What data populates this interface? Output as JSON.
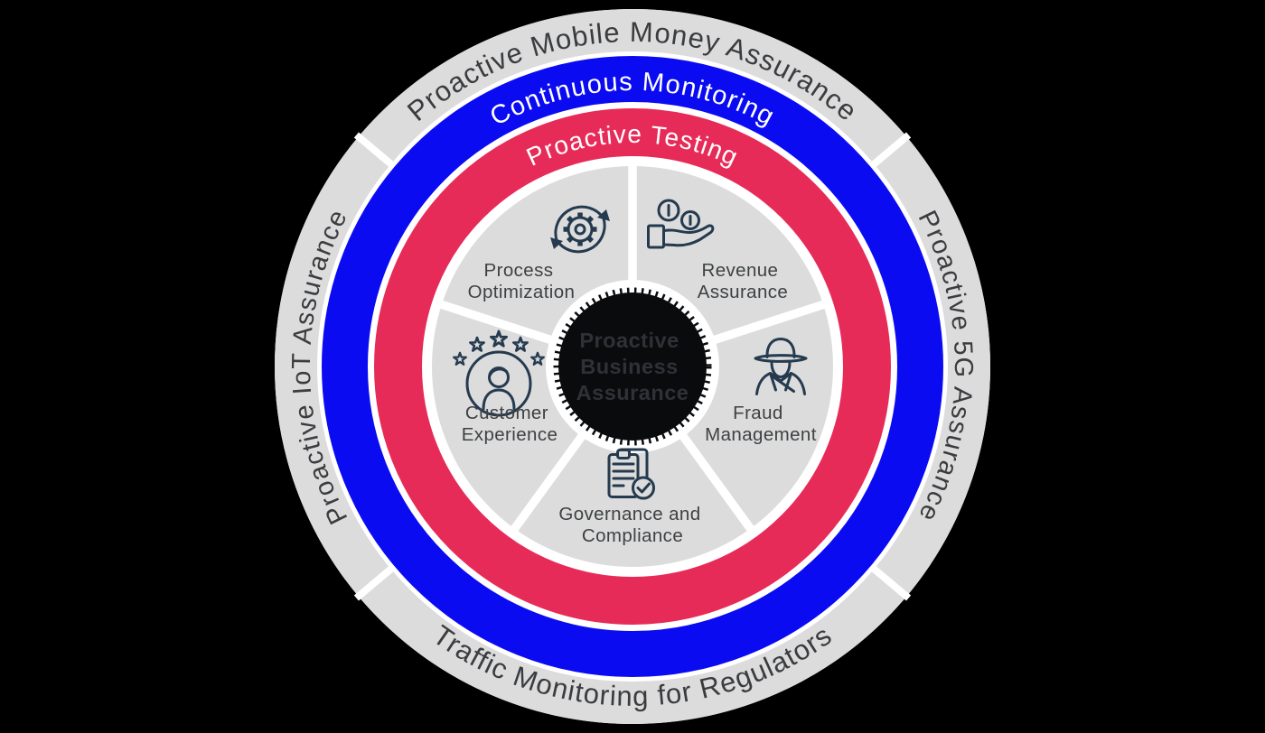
{
  "diagram": {
    "center": {
      "label_lines": [
        "Proactive",
        "Business",
        "Assurance"
      ]
    },
    "rings": {
      "outer": {
        "color": "#dcdcdc",
        "labels": [
          {
            "position": "top",
            "text": "Proactive Mobile Money Assurance"
          },
          {
            "position": "right",
            "text": "Proactive 5G Assurance"
          },
          {
            "position": "bottom",
            "text": "Traffic Monitoring for Regulators"
          },
          {
            "position": "left",
            "text": "Proactive IoT Assurance"
          }
        ]
      },
      "monitoring": {
        "color": "#0b0bf2",
        "label": "Continuous Monitoring"
      },
      "testing": {
        "color": "#e72b58",
        "label": "Proactive Testing"
      }
    },
    "segments": [
      {
        "id": "process-optimization",
        "lines": [
          "Process",
          "Optimization"
        ],
        "icon": "cycle-gear-icon"
      },
      {
        "id": "revenue-assurance",
        "lines": [
          "Revenue",
          "Assurance"
        ],
        "icon": "hand-coins-icon"
      },
      {
        "id": "fraud-management",
        "lines": [
          "Fraud",
          "Management"
        ],
        "icon": "detective-icon"
      },
      {
        "id": "governance-compliance",
        "lines": [
          "Governance and",
          "Compliance"
        ],
        "icon": "clipboard-check-icon"
      },
      {
        "id": "customer-experience",
        "lines": [
          "Customer",
          "Experience"
        ],
        "icon": "person-stars-icon"
      }
    ],
    "colors": {
      "background": "#000000",
      "ring_gray": "#dcdcdc",
      "monitoring_blue": "#0b0bf2",
      "testing_red": "#e72b58",
      "ring_label_dark": "#3a3c3f",
      "ring_label_white": "#ffffff",
      "segment_label": "#3e4144",
      "icon_navy": "#253a4e",
      "center_fill": "#0a0b0d",
      "center_text": "#2e3237",
      "divider_white": "#ffffff"
    }
  }
}
